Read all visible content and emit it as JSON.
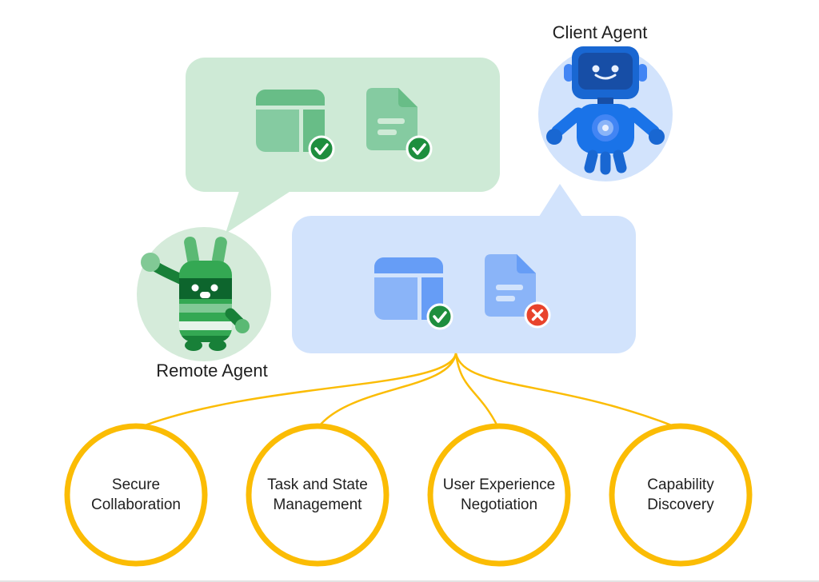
{
  "agents": {
    "client": {
      "label": "Client Agent"
    },
    "remote": {
      "label": "Remote Agent"
    }
  },
  "bubbles": {
    "remote_agent_bubble": {
      "items": [
        {
          "icon": "app-window",
          "status": "success"
        },
        {
          "icon": "document",
          "status": "success"
        }
      ]
    },
    "client_agent_bubble": {
      "items": [
        {
          "icon": "app-window",
          "status": "success"
        },
        {
          "icon": "document",
          "status": "error"
        }
      ]
    }
  },
  "capabilities": [
    {
      "label": "Secure Collaboration",
      "line1": "Secure",
      "line2": "Collaboration"
    },
    {
      "label": "Task and State Management",
      "line1": "Task and State",
      "line2": "Management"
    },
    {
      "label": "User Experience Negotiation",
      "line1": "User Experience",
      "line2": "Negotiation"
    },
    {
      "label": "Capability Discovery",
      "line1": "Capability",
      "line2": "Discovery"
    }
  ],
  "colors": {
    "green_bubble": "#ceead6",
    "green_circle": "#d5ebda",
    "blue_bubble": "#d2e3fc",
    "green_icon_main": "#85cba1",
    "green_icon_deep": "#68bd87",
    "blue_icon_main": "#8ab4f8",
    "blue_icon_deep": "#669df6",
    "check_badge": "#1e8e3e",
    "error_badge": "#e8432c",
    "connector_yellow": "#fbbc04",
    "text": "#1f1f1f"
  }
}
